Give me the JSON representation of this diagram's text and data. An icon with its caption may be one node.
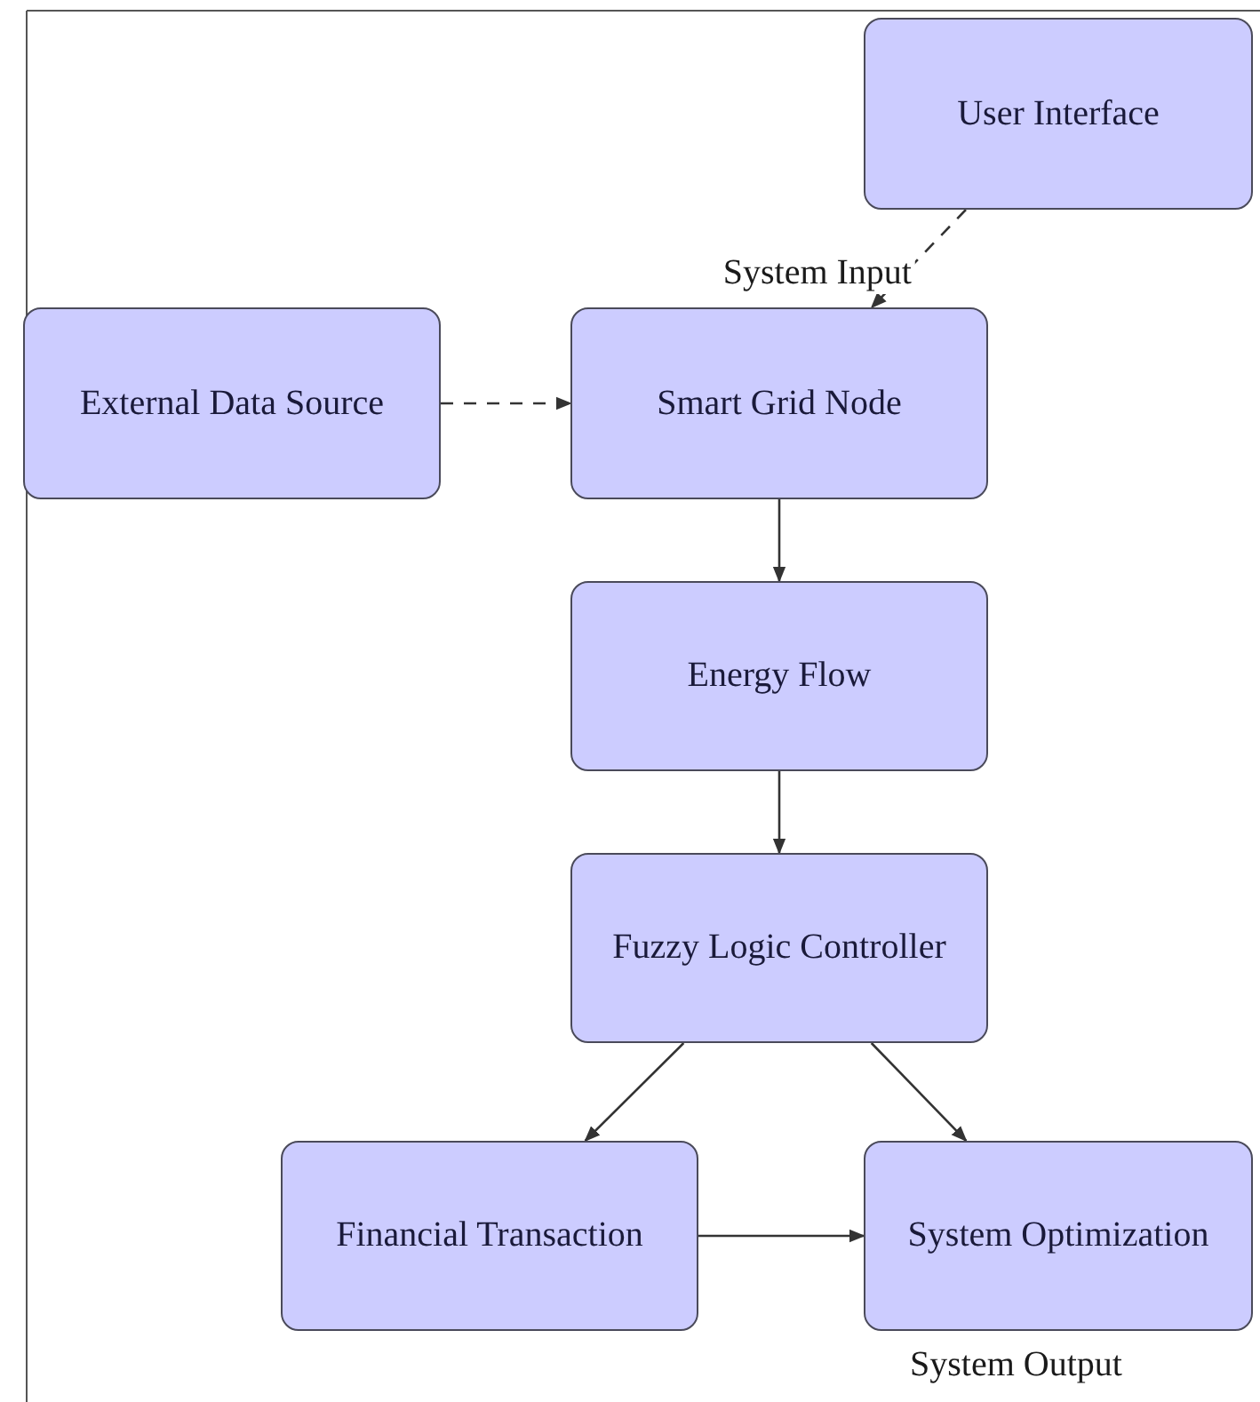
{
  "diagram": {
    "nodes": [
      {
        "text": [
          "User Interface"
        ]
      },
      {
        "text": [
          "External Data Source"
        ]
      },
      {
        "text": [
          "Smart Grid Node"
        ]
      },
      {
        "text": [
          "Energy Flow"
        ]
      },
      {
        "text": [
          "Fuzzy Logic Controller"
        ]
      },
      {
        "text": [
          "Financial Transaction"
        ]
      },
      {
        "text": [
          "System Optimization"
        ],
        "beside": [
          "System Output"
        ]
      }
    ],
    "edges": [
      {
        "from": 0,
        "to": 2,
        "arrow": "to",
        "style": "dashed",
        "label": "System Input"
      },
      {
        "from": 1,
        "to": 2,
        "arrow": "to",
        "style": "dashed"
      },
      {
        "from": 2,
        "to": 3,
        "arrow": "to"
      },
      {
        "from": 3,
        "to": 4,
        "arrow": "to"
      },
      {
        "from": 4,
        "to": 5,
        "arrow": "to"
      },
      {
        "from": 4,
        "to": 6,
        "arrow": "to"
      },
      {
        "from": 5,
        "to": 6,
        "arrow": "to"
      }
    ]
  }
}
